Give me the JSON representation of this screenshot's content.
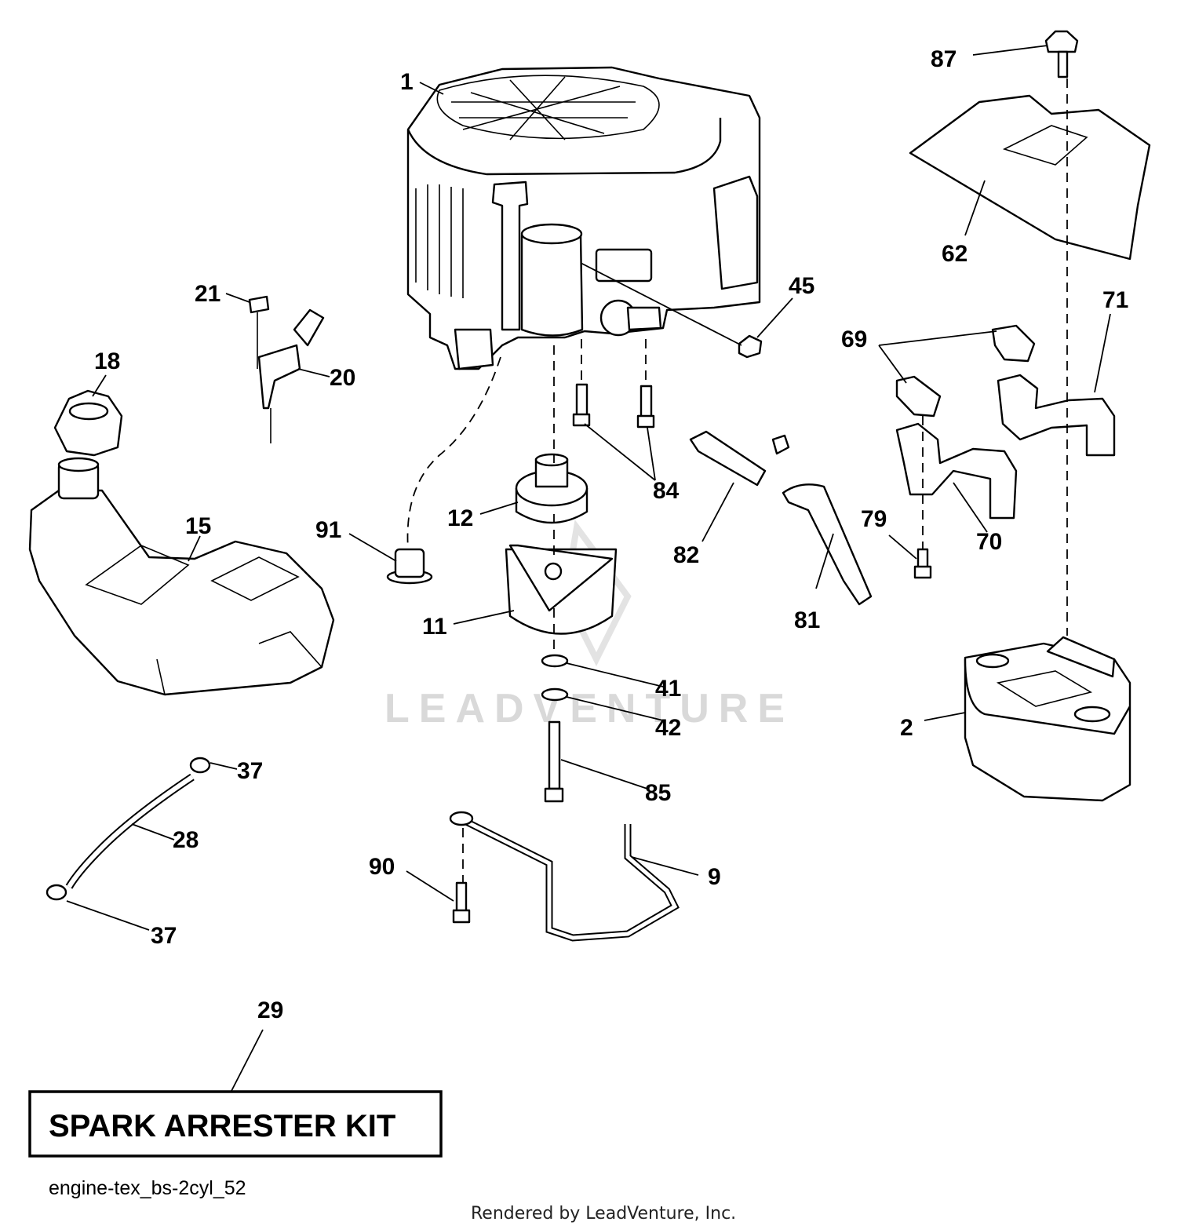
{
  "diagram": {
    "callouts": [
      {
        "id": "1",
        "label": "1"
      },
      {
        "id": "87",
        "label": "87"
      },
      {
        "id": "62",
        "label": "62"
      },
      {
        "id": "21",
        "label": "21"
      },
      {
        "id": "45",
        "label": "45"
      },
      {
        "id": "71",
        "label": "71"
      },
      {
        "id": "18",
        "label": "18"
      },
      {
        "id": "20",
        "label": "20"
      },
      {
        "id": "69",
        "label": "69"
      },
      {
        "id": "15",
        "label": "15"
      },
      {
        "id": "84",
        "label": "84"
      },
      {
        "id": "12",
        "label": "12"
      },
      {
        "id": "91",
        "label": "91"
      },
      {
        "id": "82",
        "label": "82"
      },
      {
        "id": "79",
        "label": "79"
      },
      {
        "id": "70",
        "label": "70"
      },
      {
        "id": "11",
        "label": "11"
      },
      {
        "id": "81",
        "label": "81"
      },
      {
        "id": "41",
        "label": "41"
      },
      {
        "id": "42",
        "label": "42"
      },
      {
        "id": "2",
        "label": "2"
      },
      {
        "id": "37a",
        "label": "37"
      },
      {
        "id": "28",
        "label": "28"
      },
      {
        "id": "85",
        "label": "85"
      },
      {
        "id": "90",
        "label": "90"
      },
      {
        "id": "9",
        "label": "9"
      },
      {
        "id": "37b",
        "label": "37"
      },
      {
        "id": "29",
        "label": "29"
      }
    ],
    "kit_label": "SPARK ARRESTER KIT",
    "reference": "engine-tex_bs-2cyl_52",
    "rendered_by": "Rendered by LeadVenture, Inc.",
    "watermark": "LEADVENTURE"
  }
}
